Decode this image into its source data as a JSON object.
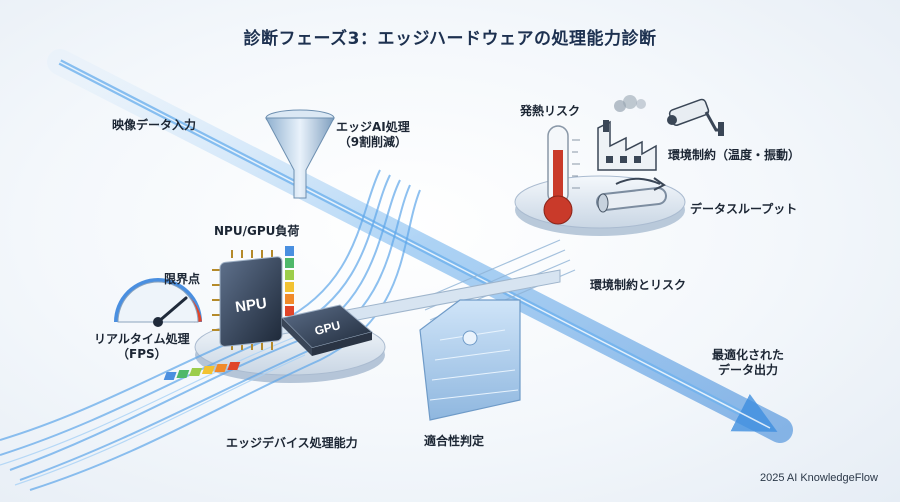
{
  "title": "診断フェーズ3：エッジハードウェアの処理能力診断",
  "labels": {
    "video_input": "映像データ入力",
    "edge_ai_line1": "エッジAI処理",
    "edge_ai_line2": "（9割削減）",
    "npu_gpu_load": "NPU/GPU負荷",
    "limit_point": "限界点",
    "realtime_line1": "リアルタイム処理",
    "realtime_line2": "（FPS）",
    "edge_capability": "エッジデバイス処理能力",
    "suitability": "適合性判定",
    "heat_risk": "発熱リスク",
    "env_constraint": "環境制約（温度・振動）",
    "throughput": "データスループット",
    "env_risk": "環境制約とリスク",
    "output_line1": "最適化された",
    "output_line2": "データ出力"
  },
  "chips": {
    "npu": "NPU",
    "gpu": "GPU"
  },
  "copyright": "2025 AI KnowledgeFlow",
  "colors": {
    "flow": "#3f8fe0",
    "flow_light": "#9fcdf5",
    "platform": "#dbe6f1",
    "thermometer": "#c93a2a"
  },
  "icons": [
    "funnel-icon",
    "npu-chip-icon",
    "gpu-chip-icon",
    "gauge-icon",
    "thermometer-icon",
    "factory-icon",
    "camera-icon",
    "pipe-icon",
    "seesaw-icon"
  ]
}
